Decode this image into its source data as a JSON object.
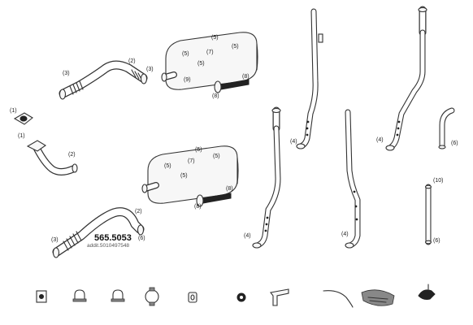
{
  "part": {
    "number": "565.5053",
    "alt_number": "addit.5010497548"
  },
  "callouts": {
    "c1": "(1)",
    "c2": "(2)",
    "c3": "(3)",
    "c4": "(4)",
    "c5": "(5)",
    "c6": "(6)",
    "c7": "(7)",
    "c8": "(8)",
    "c9": "(9)",
    "c10": "(10)"
  },
  "accessories": [
    {
      "icon": "gasket-icon"
    },
    {
      "icon": "u-clamp-icon"
    },
    {
      "icon": "u-clamp-icon"
    },
    {
      "icon": "band-clamp-icon"
    },
    {
      "icon": "rubber-mount-icon"
    },
    {
      "icon": "rubber-ring-icon"
    },
    {
      "icon": "bracket-icon"
    },
    {
      "icon": "strap-icon"
    },
    {
      "icon": "heat-shield-icon"
    },
    {
      "icon": "hanger-icon"
    }
  ]
}
